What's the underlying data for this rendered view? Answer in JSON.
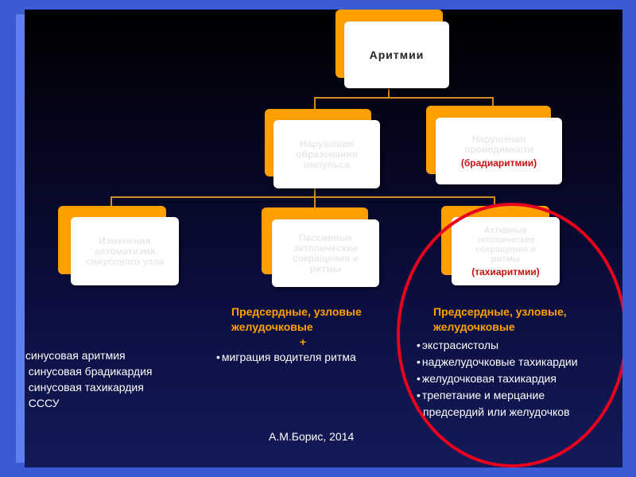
{
  "diagram": {
    "root": {
      "label": "Аритмии"
    },
    "level1": [
      {
        "label": "Нарушения\nобразования\nимпульса"
      },
      {
        "label": "Нарушения\nпроводимости",
        "sub": "(брадиаритмии)"
      }
    ],
    "level2": [
      {
        "label": "Изменения\nавтоматизма\nсинусового узла"
      },
      {
        "label": "Пассивные\nэктопические\nсокращения и\nритмы"
      },
      {
        "label": "Активные\nэктопические\nсокращения и\nритмы",
        "sub": "(тахиаритмии)"
      }
    ]
  },
  "col_left": {
    "items": [
      "синусовая аритмия",
      "синусовая брадикардия",
      "синусовая тахикардия",
      "СССУ"
    ]
  },
  "col_mid": {
    "heading_1": "Предсердные, узловые",
    "heading_2": "желудочковые",
    "plus": "+",
    "item": "миграция водителя ритма"
  },
  "col_right": {
    "heading_1": "Предсердные, узловые,",
    "heading_2": "желудочковые",
    "items": [
      "экстрасистолы",
      "наджелудочковые тахикардии",
      "желудочковая тахикардия",
      "трепетание и мерцание",
      "предсердий или желудочков"
    ]
  },
  "footer": {
    "credit": "А.М.Борис, 2014"
  },
  "colors": {
    "accent": "#ffa000",
    "connector": "#d08a22",
    "highlight_ring": "#e8001e",
    "sub_red": "#c81010"
  }
}
